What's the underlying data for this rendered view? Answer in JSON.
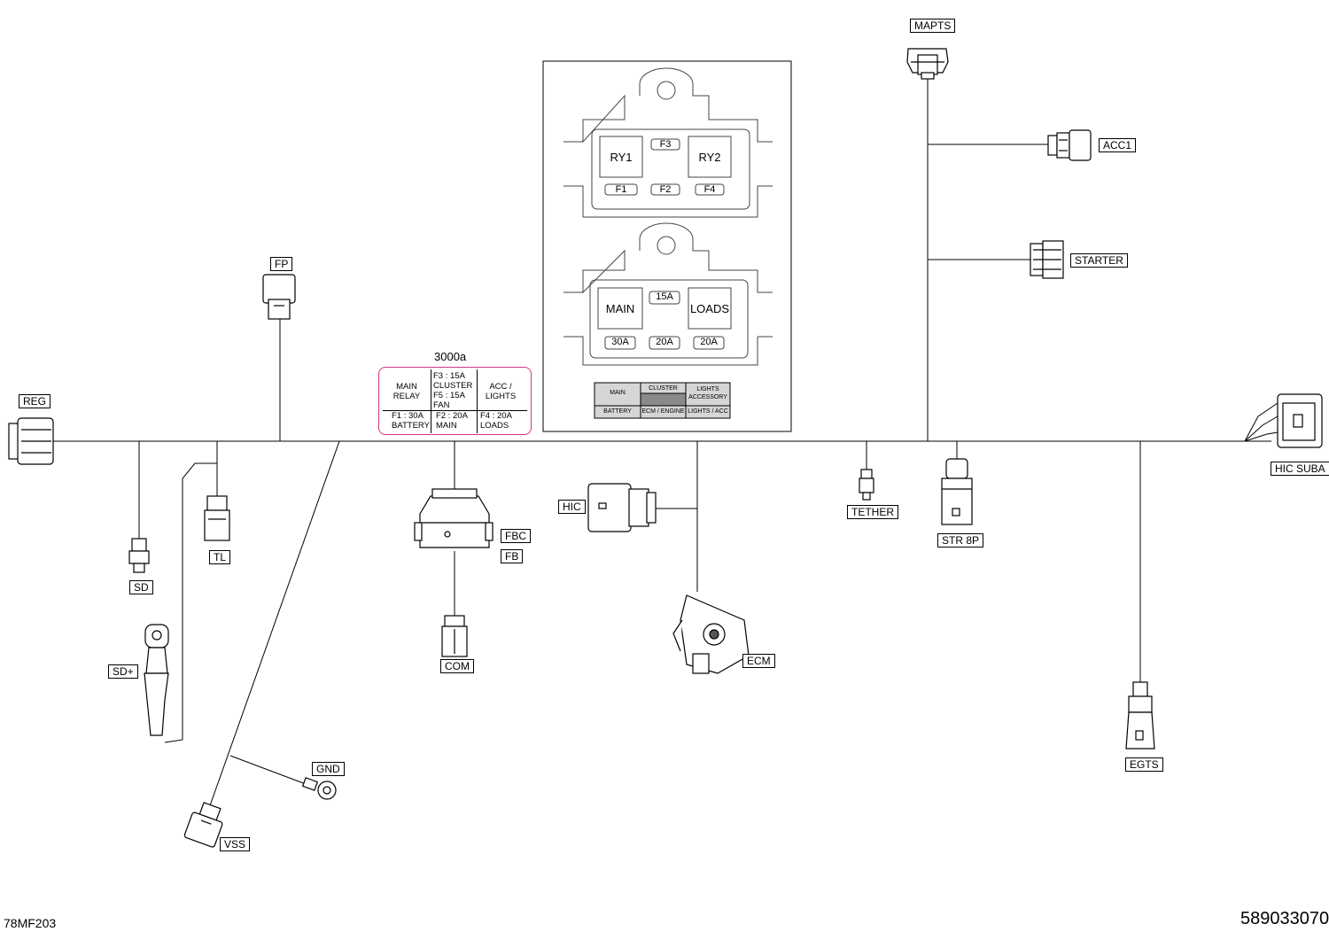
{
  "connectors": {
    "mapts": "MAPTS",
    "acc1": "ACC1",
    "starter": "STARTER",
    "fp": "FP",
    "reg": "REG",
    "hic_suba": "HIC  SUBA",
    "sd": "SD",
    "tl": "TL",
    "sd_plus": "SD+",
    "gnd": "GND",
    "vss": "VSS",
    "fbc": "FBC",
    "fb": "FB",
    "com": "COM",
    "hic": "HIC",
    "ecm": "ECM",
    "tether": "TETHER",
    "str8p": "STR 8P",
    "egts": "EGTS"
  },
  "fuse_label": {
    "part": "3000a",
    "main_relay": [
      "MAIN",
      "RELAY"
    ],
    "cluster_fan": [
      "F3 : 15A",
      "CLUSTER",
      "F5 : 15A",
      "FAN"
    ],
    "acc_lights": [
      "ACC /",
      "LIGHTS"
    ],
    "battery": [
      "F1 : 30A",
      "BATTERY"
    ],
    "main": [
      "F2 : 20A",
      "MAIN"
    ],
    "loads": [
      "F4 : 20A",
      "LOADS"
    ]
  },
  "fuse_box_top": {
    "ry1": "RY1",
    "ry2": "RY2",
    "f3": "F3",
    "f1": "F1",
    "f2": "F2",
    "f4": "F4"
  },
  "fuse_box_bottom": {
    "main": "MAIN",
    "loads": "LOADS",
    "f15a": "15A",
    "f30a": "30A",
    "f20a_a": "20A",
    "f20a_b": "20A"
  },
  "fuse_table": {
    "main": "MAIN",
    "cluster": "CLUSTER",
    "lights_accessory": [
      "LIGHTS",
      "ACCESSORY"
    ],
    "battery": "BATTERY",
    "ecm_engine": "ECM / ENGINE",
    "lights_acc": "LIGHTS / ACC"
  },
  "footer": {
    "left": "78MF203",
    "right": "589033070"
  }
}
